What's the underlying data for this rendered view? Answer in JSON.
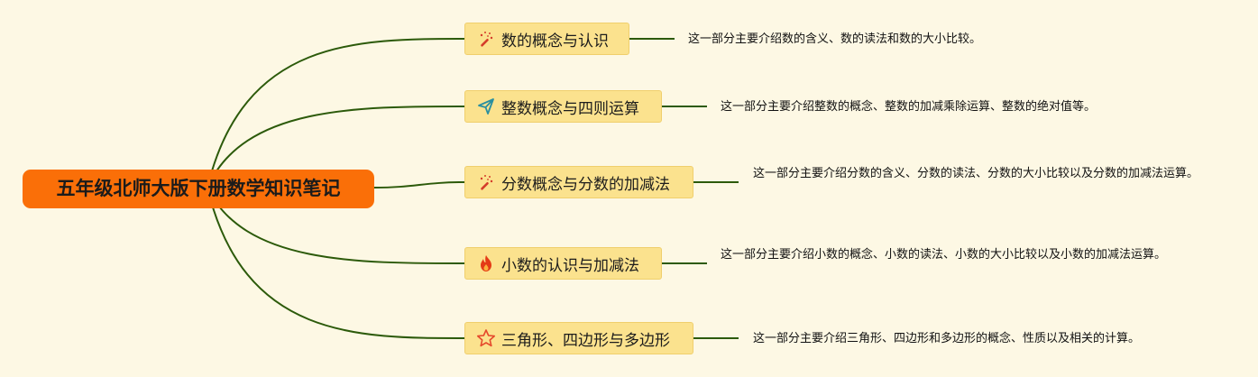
{
  "root": {
    "label": "五年级北师大版下册数学知识笔记"
  },
  "topics": [
    {
      "label": "数的概念与认识",
      "icon": "magic-wand-icon",
      "description": "这一部分主要介绍数的含义、数的读法和数的大小比较。"
    },
    {
      "label": "整数概念与四则运算",
      "icon": "paper-plane-icon",
      "description": "这一部分主要介绍整数的概念、整数的加减乘除运算、整数的绝对值等。"
    },
    {
      "label": "分数概念与分数的加减法",
      "icon": "magic-wand-icon",
      "description": "这一部分主要介绍分数的含义、分数的读法、分数的大小比较以及分数的加减法运算。"
    },
    {
      "label": "小数的认识与加减法",
      "icon": "fire-icon",
      "description": "这一部分主要介绍小数的概念、小数的读法、小数的大小比较以及小数的加减法运算。"
    },
    {
      "label": "三角形、四边形与多边形",
      "icon": "star-icon",
      "description": "这一部分主要介绍三角形、四边形和多边形的概念、性质以及相关的计算。"
    }
  ],
  "colors": {
    "background": "#fdf8e4",
    "root_fill": "#fa6f08",
    "topic_fill": "#fbe28e",
    "topic_border": "#f0cf6c",
    "connector": "#2c5a0a",
    "wand": "#d43c2a",
    "plane": "#2a8fa0",
    "fire": "#e43a16",
    "star": "#e5492c"
  }
}
